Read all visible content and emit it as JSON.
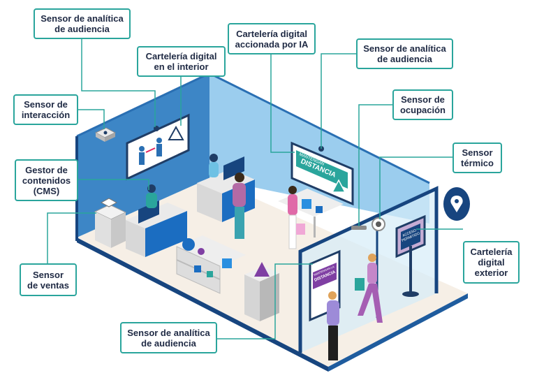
{
  "labels": {
    "sensor_audiencia_1": {
      "line1": "Sensor de analítica",
      "line2": "de audiencia"
    },
    "carteleria_interior": {
      "line1": "Cartelería digital",
      "line2": "en el interior"
    },
    "carteleria_ia": {
      "line1": "Cartelería digital",
      "line2": "accionada por IA"
    },
    "sensor_audiencia_2": {
      "line1": "Sensor de analítica",
      "line2": "de audiencia"
    },
    "sensor_interaccion": {
      "line1": "Sensor de",
      "line2": "interacción"
    },
    "sensor_ocupacion": {
      "line1": "Sensor de",
      "line2": "ocupación"
    },
    "sensor_termico": {
      "line1": "Sensor",
      "line2": "térmico"
    },
    "gestor_contenidos": {
      "line1": "Gestor de",
      "line2": "contenidos",
      "line3": "(CMS)"
    },
    "carteleria_exterior": {
      "line1": "Cartelería",
      "line2": "digital",
      "line3": "exterior"
    },
    "sensor_ventas": {
      "line1": "Sensor",
      "line2": "de ventas"
    },
    "sensor_audiencia_3": {
      "line1": "Sensor de analítica",
      "line2": "de audiencia"
    }
  },
  "signage": {
    "ia_screen_line1": "MANTENGAN",
    "ia_screen_line2": "DISTANCIA",
    "exterior_screen_line1": "ACCESO",
    "exterior_screen_line2": "PERMITIDO",
    "window_poster_line1": "MANTENGAN LA",
    "window_poster_line2": "DISTANCIA"
  },
  "colors": {
    "accent": "#2aa59c",
    "wall_dark": "#3d86c6",
    "wall_light": "#8ec6ec",
    "floor": "#f6efe6",
    "navy": "#17457f"
  }
}
